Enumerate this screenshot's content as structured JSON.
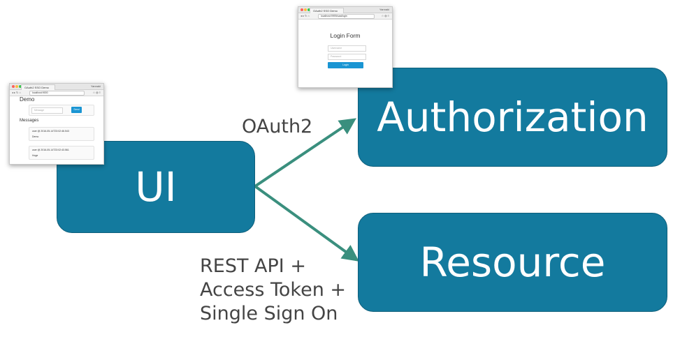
{
  "boxes": {
    "ui": "UI",
    "authorization": "Authorization",
    "resource": "Resource"
  },
  "labels": {
    "oauth": "OAuth2",
    "rest_lines": [
      "REST API +",
      "Access Token +",
      "Single Sign On"
    ]
  },
  "colors": {
    "box_fill": "#137a9e",
    "arrow": "#3a8f7e",
    "label_text": "#444444"
  },
  "demo_browser": {
    "tab_title": "OAuth2 SSO Demo",
    "profile": "Yannaki",
    "url": "localhost:9000",
    "page_title": "Demo",
    "input_placeholder": "Message",
    "send_label": "Send",
    "messages_heading": "Messages",
    "messages": [
      {
        "meta": "user @ 2016-05-14T23:02:46.543",
        "text": "Demo"
      },
      {
        "meta": "user @ 2016-05-14T23:02:43.561",
        "text": "Hoge"
      }
    ]
  },
  "login_browser": {
    "tab_title": "OAuth2 SSO Demo",
    "profile": "Yannaki",
    "url": "localhost:9999/uaa/login",
    "form_title": "Login Form",
    "username_placeholder": "Username",
    "password_placeholder": "Password",
    "login_label": "Login"
  }
}
